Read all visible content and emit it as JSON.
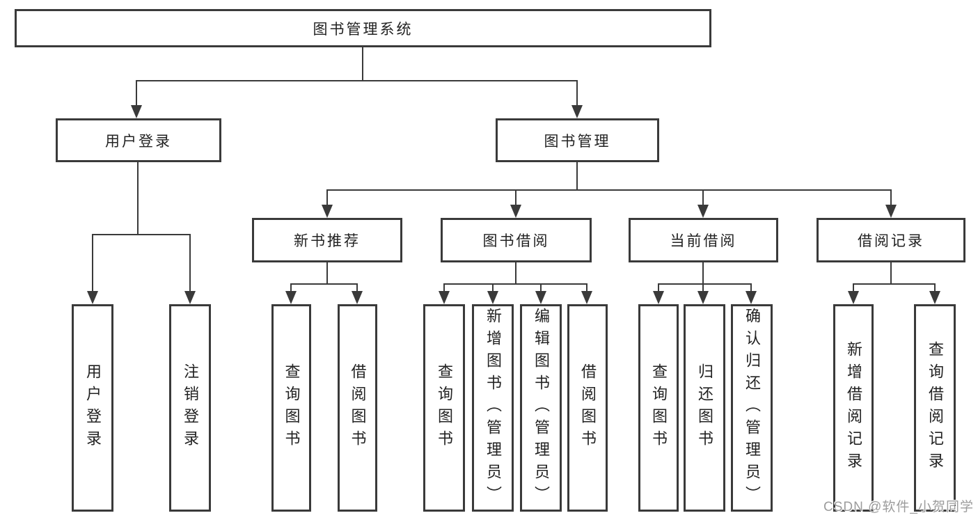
{
  "diagram": {
    "root": {
      "label": "图书管理系统"
    },
    "level2": [
      {
        "id": "user-login",
        "label": "用户登录"
      },
      {
        "id": "book-management",
        "label": "图书管理"
      }
    ],
    "level3": [
      {
        "id": "new-book-recommendation",
        "label": "新书推荐"
      },
      {
        "id": "book-borrowing",
        "label": "图书借阅"
      },
      {
        "id": "current-borrowing",
        "label": "当前借阅"
      },
      {
        "id": "borrowing-records",
        "label": "借阅记录"
      }
    ],
    "leaves": {
      "user_login": [
        "用户登录",
        "注销登录"
      ],
      "new_book_recommend": [
        "查询图书",
        "借阅图书"
      ],
      "book_borrow": [
        "查询图书",
        "新增图书（管理员）",
        "编辑图书（管理员）",
        "借阅图书"
      ],
      "current_borrow": [
        "查询图书",
        "归还图书",
        "确认归还（管理员）"
      ],
      "borrow_records": [
        "新增借阅记录",
        "查询借阅记录"
      ]
    }
  },
  "watermark": {
    "text": "CSDN @软件_小贺同学"
  },
  "colors": {
    "line": "#3a3a3a",
    "text": "#222222",
    "watermark": "#9c9c9c",
    "background": "#ffffff"
  }
}
